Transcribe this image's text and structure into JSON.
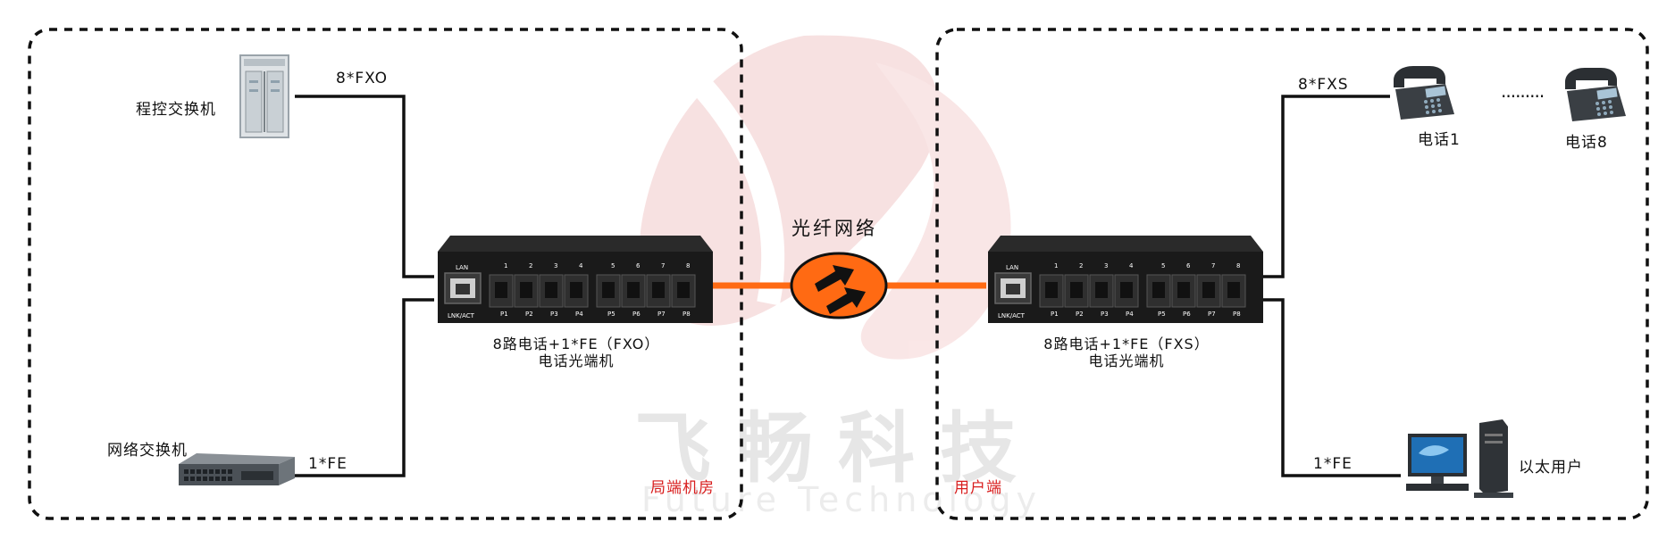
{
  "left_box": {
    "pbx_label": "程控交换机",
    "net_switch_label": "网络交换机",
    "fxo_link_label": "8*FXO",
    "fe_link_label": "1*FE",
    "device_title_line1": "8路电话+1*FE（FXO）",
    "device_title_line2": "电话光端机",
    "zone_label": "局端机房"
  },
  "center": {
    "fiber_label": "光纤网络",
    "watermark_cn": "飞畅科技",
    "watermark_en": "Future Technology"
  },
  "right_box": {
    "fxs_link_label": "8*FXS",
    "fe_link_label": "1*FE",
    "phone1_label": "电话1",
    "phone8_label": "电话8",
    "dots_label": "·········",
    "pc_label": "以太用户",
    "device_title_line1": "8路电话+1*FE（FXS）",
    "device_title_line2": "电话光端机",
    "zone_label": "用户端"
  },
  "device_panel": {
    "lan_label": "LAN",
    "lnk_label": "LNK/ACT",
    "top_numbers": [
      "1",
      "2",
      "3",
      "4",
      "5",
      "6",
      "7",
      "8"
    ],
    "port_labels": [
      "P1",
      "P2",
      "P3",
      "P4",
      "P5",
      "P6",
      "P7",
      "P8"
    ]
  },
  "colors": {
    "fiber": "#ff6a13",
    "zone_label": "#d81e1e",
    "device_body": "#1a1a1a",
    "watermark": "#f2d7d7"
  }
}
